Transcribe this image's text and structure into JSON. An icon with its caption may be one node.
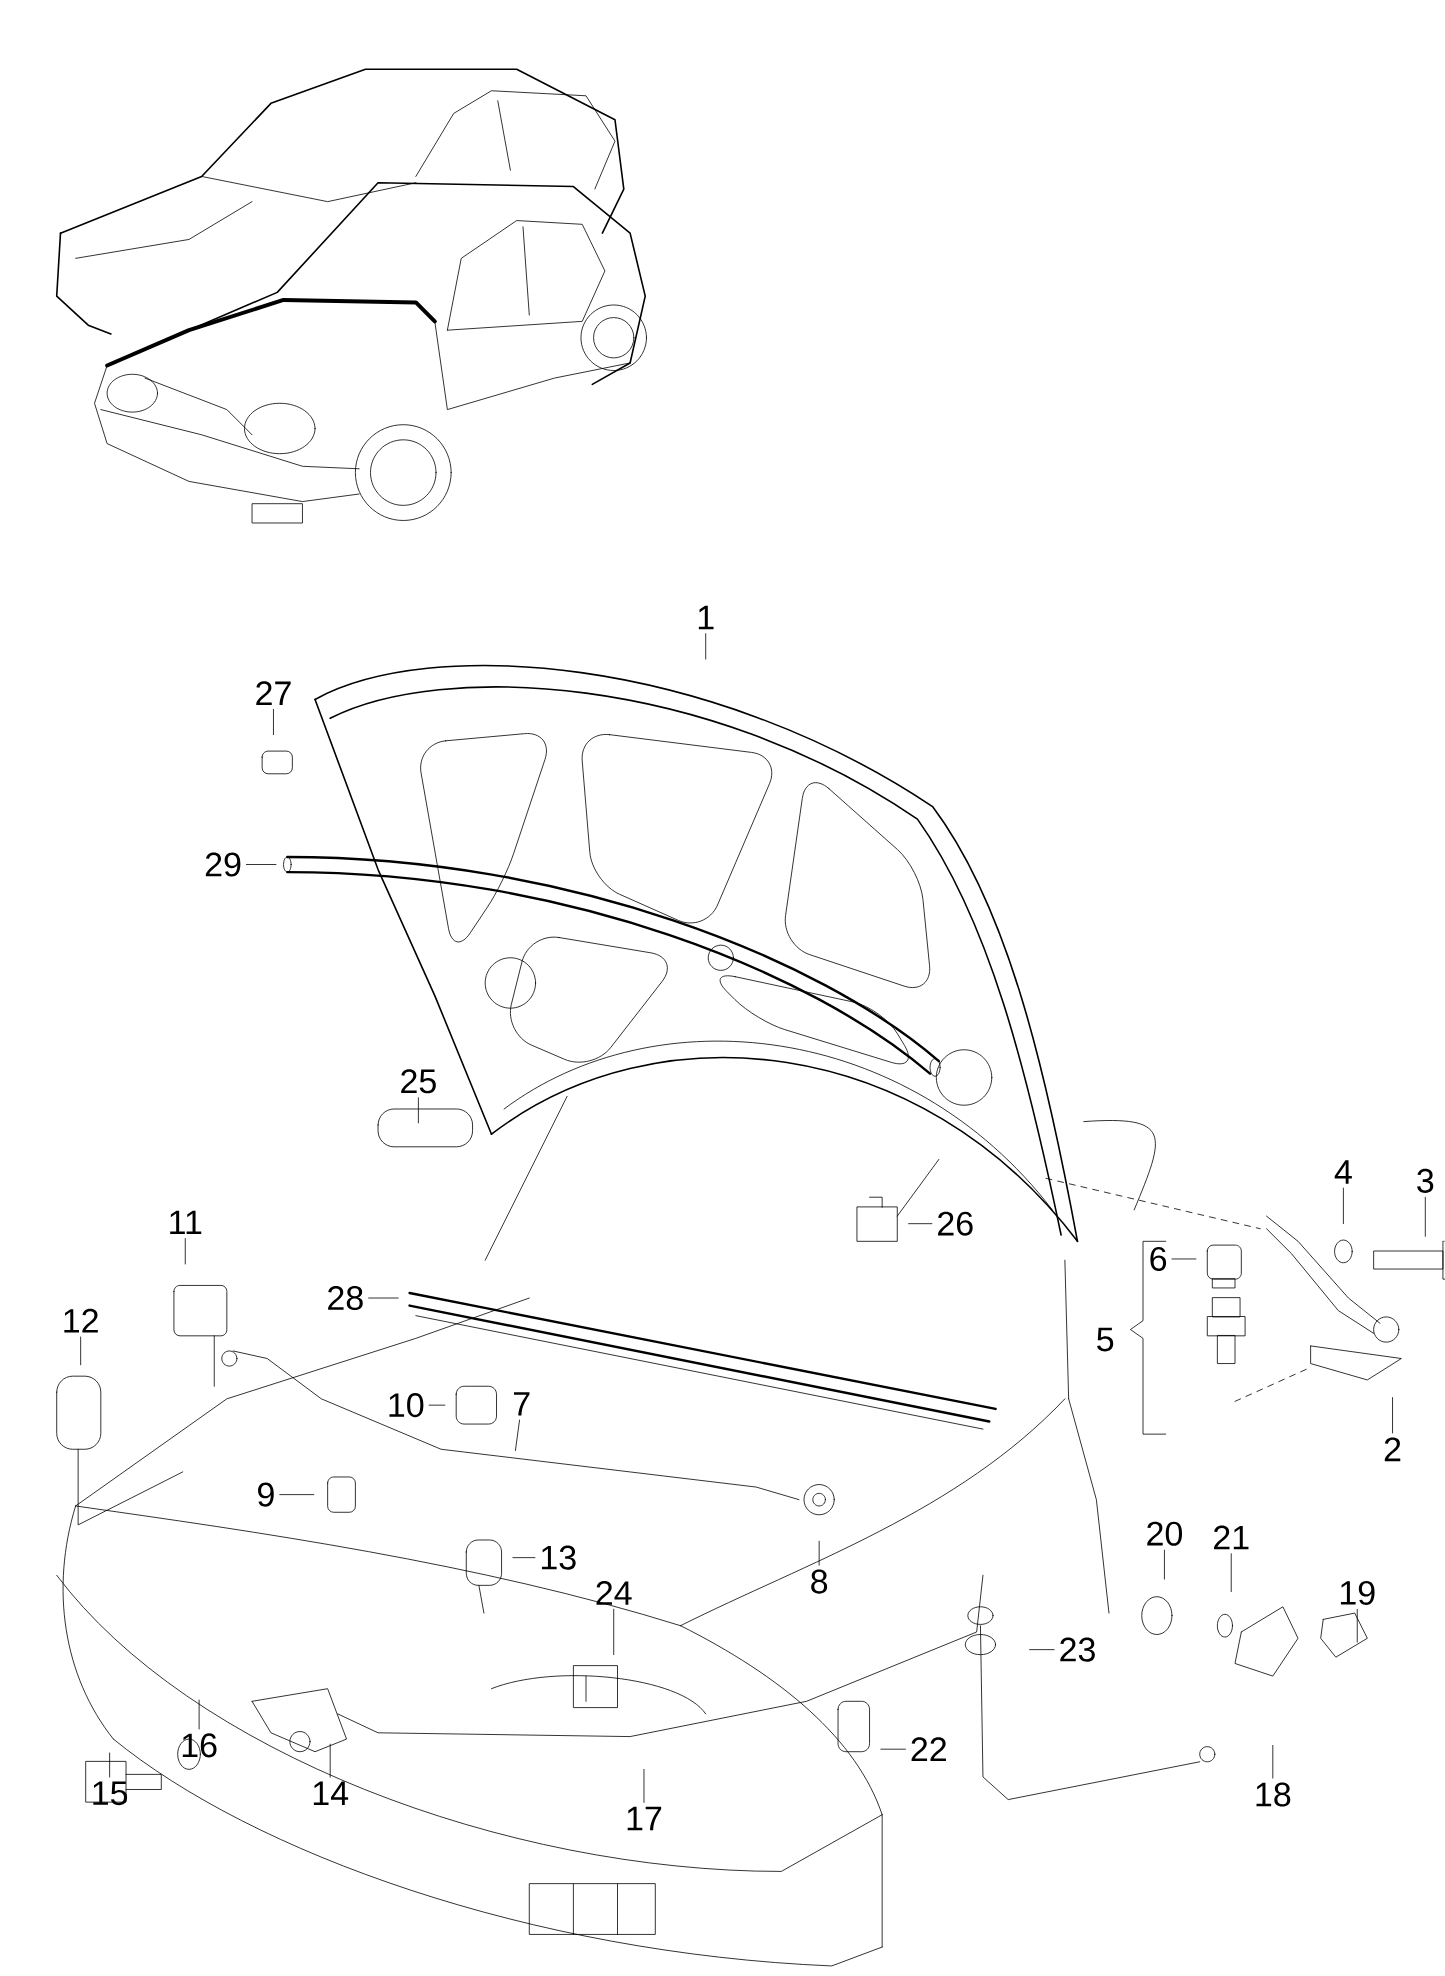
{
  "diagram": {
    "nodes": [
      {
        "text": [
          "1"
        ]
      },
      {
        "text": [
          "27"
        ]
      },
      {
        "text": [
          "29"
        ]
      },
      {
        "text": [
          "25"
        ]
      },
      {
        "text": [
          "4"
        ]
      },
      {
        "text": [
          "3"
        ]
      },
      {
        "text": [
          "26"
        ]
      },
      {
        "text": [
          "6"
        ]
      },
      {
        "text": [
          "5"
        ]
      },
      {
        "text": [
          "2"
        ]
      },
      {
        "text": [
          "11"
        ]
      },
      {
        "text": [
          "12"
        ]
      },
      {
        "text": [
          "28"
        ]
      },
      {
        "text": [
          "10"
        ]
      },
      {
        "text": [
          "7"
        ]
      },
      {
        "text": [
          "9"
        ]
      },
      {
        "text": [
          "8"
        ]
      },
      {
        "text": [
          "13"
        ]
      },
      {
        "text": [
          "24"
        ]
      },
      {
        "text": [
          "20"
        ]
      },
      {
        "text": [
          "21"
        ]
      },
      {
        "text": [
          "19"
        ]
      },
      {
        "text": [
          "23"
        ]
      },
      {
        "text": [
          "16"
        ]
      },
      {
        "text": [
          "15"
        ]
      },
      {
        "text": [
          "14"
        ]
      },
      {
        "text": [
          "17"
        ]
      },
      {
        "text": [
          "22"
        ]
      },
      {
        "text": [
          "18"
        ]
      }
    ],
    "edges": [
      {
        "from": 0,
        "to": null,
        "arrow": "none"
      },
      {
        "from": 1,
        "to": null,
        "arrow": "none"
      },
      {
        "from": 2,
        "to": null,
        "arrow": "none"
      },
      {
        "from": 3,
        "to": null,
        "arrow": "none"
      },
      {
        "from": 4,
        "to": null,
        "arrow": "none"
      },
      {
        "from": 5,
        "to": null,
        "arrow": "none"
      },
      {
        "from": 6,
        "to": null,
        "arrow": "none"
      },
      {
        "from": 7,
        "to": null,
        "arrow": "none"
      },
      {
        "from": 9,
        "to": null,
        "arrow": "none"
      },
      {
        "from": 10,
        "to": null,
        "arrow": "none"
      },
      {
        "from": 11,
        "to": null,
        "arrow": "none"
      },
      {
        "from": 12,
        "to": null,
        "arrow": "none"
      },
      {
        "from": 13,
        "to": null,
        "arrow": "none"
      },
      {
        "from": 14,
        "to": null,
        "arrow": "none"
      },
      {
        "from": 15,
        "to": null,
        "arrow": "none"
      },
      {
        "from": 16,
        "to": null,
        "arrow": "none"
      },
      {
        "from": 17,
        "to": null,
        "arrow": "none"
      },
      {
        "from": 18,
        "to": null,
        "arrow": "none"
      },
      {
        "from": 19,
        "to": null,
        "arrow": "none"
      },
      {
        "from": 20,
        "to": null,
        "arrow": "none"
      },
      {
        "from": 21,
        "to": null,
        "arrow": "none"
      },
      {
        "from": 22,
        "to": null,
        "arrow": "none"
      },
      {
        "from": 23,
        "to": null,
        "arrow": "none"
      },
      {
        "from": 24,
        "to": null,
        "arrow": "none"
      },
      {
        "from": 25,
        "to": null,
        "arrow": "none"
      },
      {
        "from": 26,
        "to": null,
        "arrow": "none"
      },
      {
        "from": 27,
        "to": null,
        "arrow": "none"
      },
      {
        "from": 28,
        "to": null,
        "arrow": "none"
      }
    ]
  }
}
